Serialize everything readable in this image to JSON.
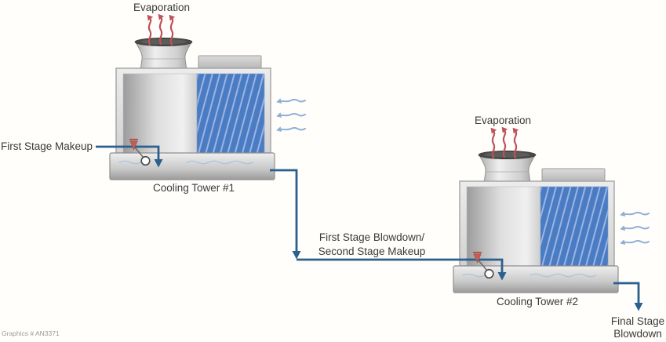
{
  "figure": {
    "credit": "Graphics # AN3371"
  },
  "towers": {
    "tower1": {
      "evaporation_label": "Evaporation",
      "makeup_label": "First Stage Makeup",
      "name": "Cooling Tower #1"
    },
    "tower2": {
      "evaporation_label": "Evaporation",
      "name": "Cooling Tower #2"
    }
  },
  "flows": {
    "interstage_line1": "First Stage Blowdown/",
    "interstage_line2": "Second Stage Makeup",
    "final_line1": "Final Stage",
    "final_line2": "Blowdown"
  },
  "colors": {
    "pipe": "#2b5f8e",
    "evap": "#c0505a",
    "air": "#8fafd8",
    "media": "#4a7cc4",
    "mediastripe": "#9db4e0",
    "ripple": "#a9c4de"
  }
}
